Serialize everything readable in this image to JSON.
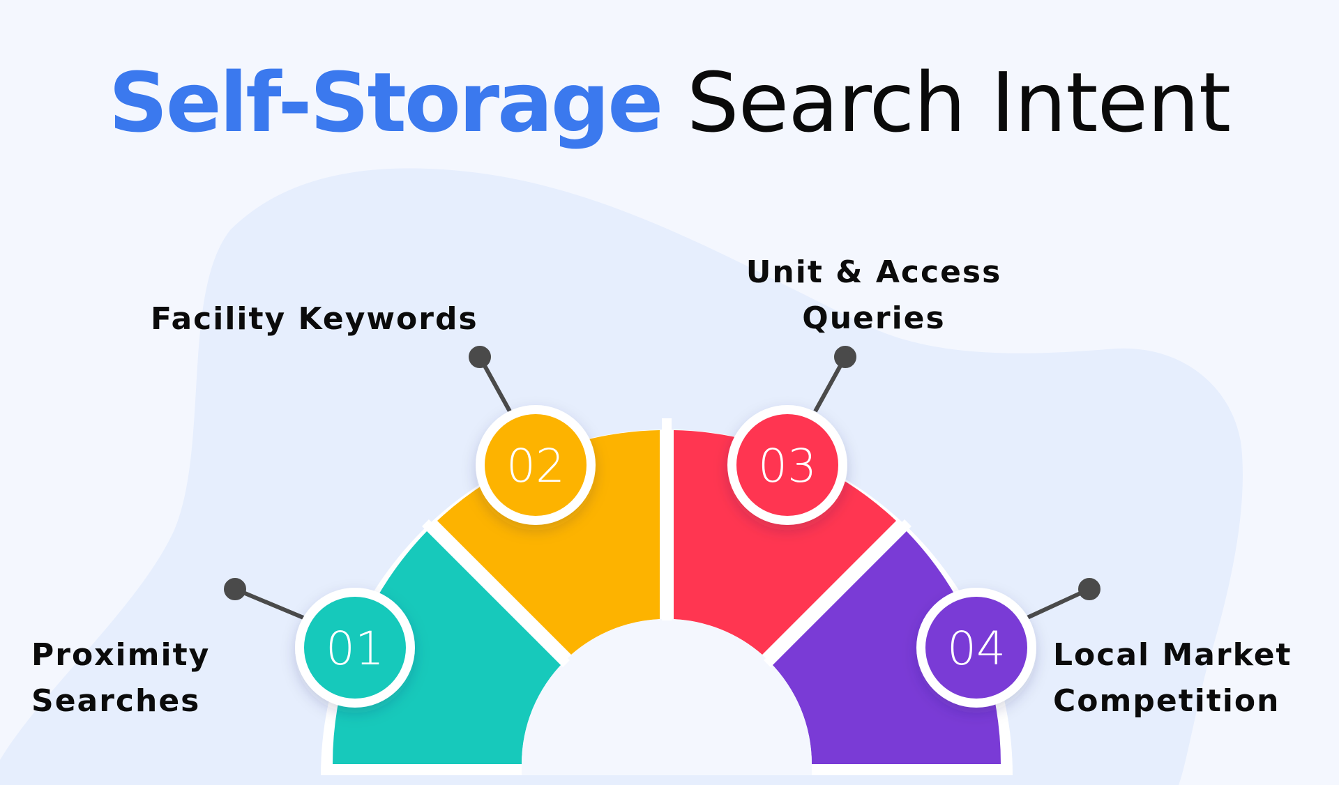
{
  "title": {
    "accent": "Self-Storage",
    "rest": "Search Intent",
    "accent_color": "#3b79ee"
  },
  "segments": [
    {
      "number": "01",
      "label_lines": [
        "Proximity",
        "Searches"
      ],
      "color": "#17c9bb"
    },
    {
      "number": "02",
      "label_lines": [
        "Facility Keywords"
      ],
      "color": "#fdb300"
    },
    {
      "number": "03",
      "label_lines": [
        "Unit & Access",
        "Queries"
      ],
      "color": "#ff3651"
    },
    {
      "number": "04",
      "label_lines": [
        "Local Market",
        "Competition"
      ],
      "color": "#7a3bd6"
    }
  ],
  "colors": {
    "background": "#f4f7fe",
    "blob": "#e6eefd",
    "connector": "#4a4a4a",
    "ring": "#ffffff"
  }
}
